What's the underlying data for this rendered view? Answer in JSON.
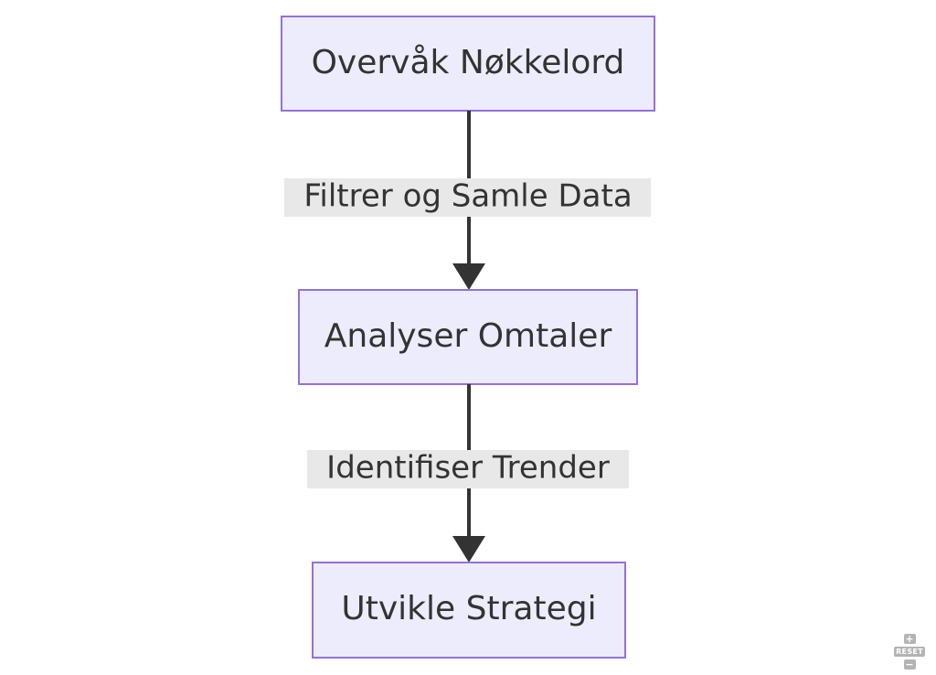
{
  "diagram": {
    "type": "flowchart",
    "direction": "top-down",
    "background_color": "#ffffff",
    "node_fill_color": "#ececfd",
    "node_border_color": "#9370db",
    "node_text_color": "#333333",
    "edge_color": "#333333",
    "edge_label_bg_color": "#e8e8e8",
    "nodes": [
      {
        "id": "n1",
        "label": "Overvåk Nøkkelord"
      },
      {
        "id": "n2",
        "label": "Analyser Omtaler"
      },
      {
        "id": "n3",
        "label": "Utvikle Strategi"
      }
    ],
    "edges": [
      {
        "from": "n1",
        "to": "n2",
        "label": "Filtrer og Samle Data"
      },
      {
        "from": "n2",
        "to": "n3",
        "label": "Identifiser Trender"
      }
    ]
  },
  "zoom_controls": {
    "zoom_in_label": "+",
    "reset_label": "RESET",
    "zoom_out_label": "−"
  }
}
